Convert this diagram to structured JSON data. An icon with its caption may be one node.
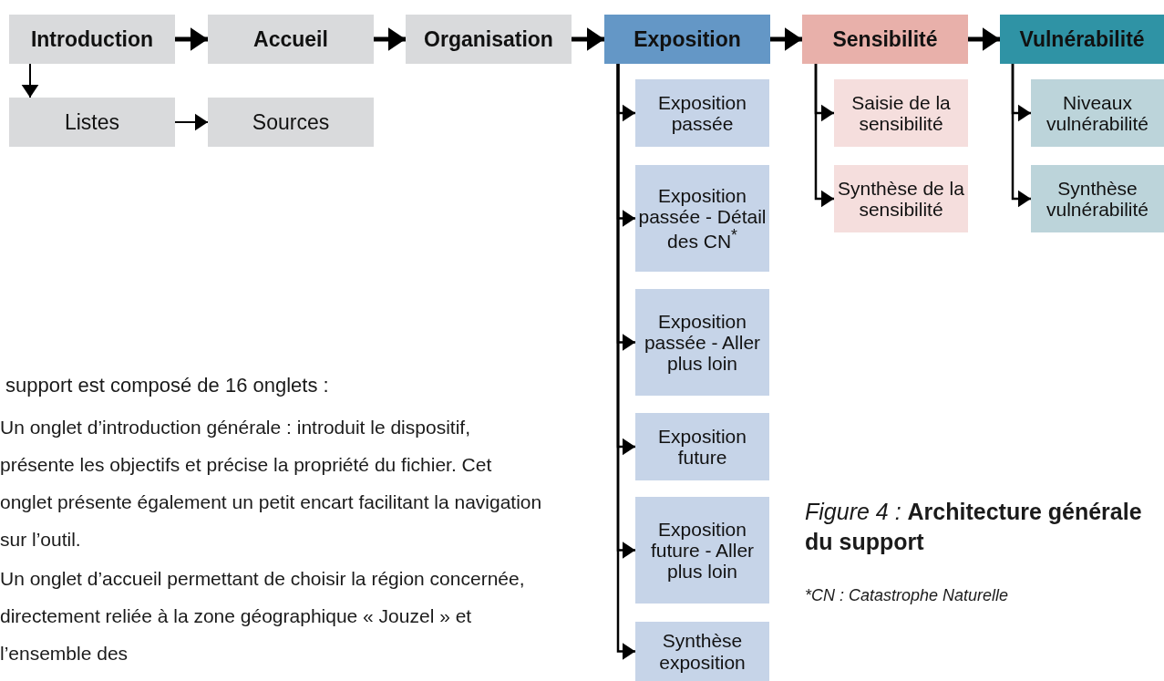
{
  "diagram": {
    "caption": "*Figure 4 :* **Architecture générale du support**",
    "nodes": [
      {
        "text": [
          "Introduction"
        ]
      },
      {
        "text": [
          "Accueil"
        ]
      },
      {
        "text": [
          "Organisation"
        ]
      },
      {
        "text": [
          "Exposition"
        ]
      },
      {
        "text": [
          "Sensibilité"
        ]
      },
      {
        "text": [
          "Vulnérabilité"
        ]
      },
      {
        "text": [
          "Listes"
        ]
      },
      {
        "text": [
          "Sources"
        ]
      },
      {
        "text": [
          "Exposition passée"
        ]
      },
      {
        "text": [
          "Exposition passée - Détail des CN$^{*}$"
        ]
      },
      {
        "text": [
          "Exposition passée - Aller plus loin"
        ]
      },
      {
        "text": [
          "Exposition future"
        ]
      },
      {
        "text": [
          "Exposition future - Aller plus loin"
        ]
      },
      {
        "text": [
          "Synthèse exposition"
        ]
      },
      {
        "text": [
          "Saisie de la sensibilité"
        ]
      },
      {
        "text": [
          "Synthèse de la sensibilité"
        ]
      },
      {
        "text": [
          "Niveaux vulnérabilité"
        ]
      },
      {
        "text": [
          "Synthèse vulnérabilité"
        ]
      }
    ],
    "edges": [
      {
        "from": 0,
        "to": 1,
        "arrow": "to",
        "style": "thick"
      },
      {
        "from": 1,
        "to": 2,
        "arrow": "to",
        "style": "thick"
      },
      {
        "from": 2,
        "to": 3,
        "arrow": "to",
        "style": "thick"
      },
      {
        "from": 3,
        "to": 4,
        "arrow": "to",
        "style": "thick"
      },
      {
        "from": 4,
        "to": 5,
        "arrow": "to",
        "style": "thick"
      },
      {
        "from": 0,
        "to": 6,
        "arrow": "to"
      },
      {
        "from": 6,
        "to": 7,
        "arrow": "to"
      },
      {
        "from": 3,
        "to": 8,
        "arrow": "to"
      },
      {
        "from": 3,
        "to": 9,
        "arrow": "to"
      },
      {
        "from": 3,
        "to": 10,
        "arrow": "to"
      },
      {
        "from": 3,
        "to": 11,
        "arrow": "to"
      },
      {
        "from": 3,
        "to": 12,
        "arrow": "to"
      },
      {
        "from": 3,
        "to": 13,
        "arrow": "to"
      },
      {
        "from": 4,
        "to": 14,
        "arrow": "to"
      },
      {
        "from": 4,
        "to": 15,
        "arrow": "to"
      },
      {
        "from": 5,
        "to": 16,
        "arrow": "to"
      },
      {
        "from": 5,
        "to": 17,
        "arrow": "to"
      }
    ],
    "labels": [
      "support est composé de 16 onglets :",
      "Un onglet d’introduction générale : introduit le dispositif, présente les objectifs et précise la propriété du fichier. Cet onglet présente également un petit encart facilitant la navigation sur l’outil.",
      "Un onglet d’accueil permettant de choisir la région concernée, directement reliée à la zone géographique « Jouzel » et l’ensemble des",
      "*CN : Catastrophe Naturelle"
    ]
  }
}
